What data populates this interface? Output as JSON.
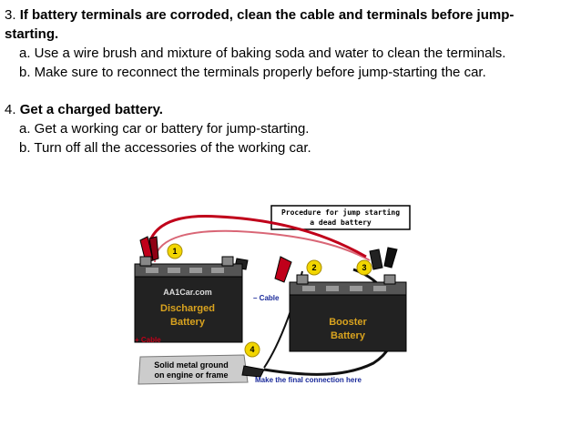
{
  "steps": [
    {
      "number": "3.",
      "title": "If battery terminals are corroded, clean the cable and terminals before jump-starting.",
      "title_line1": "If battery terminals are corroded, clean the cable and terminals before jump-",
      "title_line2": "starting.",
      "items": [
        "a. Use a wire brush and mixture of baking soda and water to clean the terminals.",
        "b. Make sure to reconnect the terminals properly before jump-starting the car."
      ]
    },
    {
      "number": "4.",
      "title": "Get a charged battery.",
      "items": [
        "a. Get a working car or battery for jump-starting.",
        "b. Turn off all the accessories of the working car."
      ]
    }
  ],
  "figure": {
    "caption_line1": "Procedure for jump starting",
    "caption_line2": "a dead battery",
    "watermark": "AA1Car.com",
    "discharged_line1": "Discharged",
    "discharged_line2": "Battery",
    "booster_line1": "Booster",
    "booster_line2": "Battery",
    "neg_cable_label": "– Cable",
    "pos_cable_label": "+ Cable",
    "ground_line1": "Solid metal ground",
    "ground_line2": "on engine or frame",
    "final_connection": "Make the final connection here",
    "markers": [
      "1",
      "2",
      "3",
      "4"
    ]
  },
  "colors": {
    "marker": "#f2d600",
    "red_cable": "#c0001a",
    "battery_body": "#222222",
    "label_text": "#d9a31f",
    "neg_text": "#1a2a9a"
  }
}
